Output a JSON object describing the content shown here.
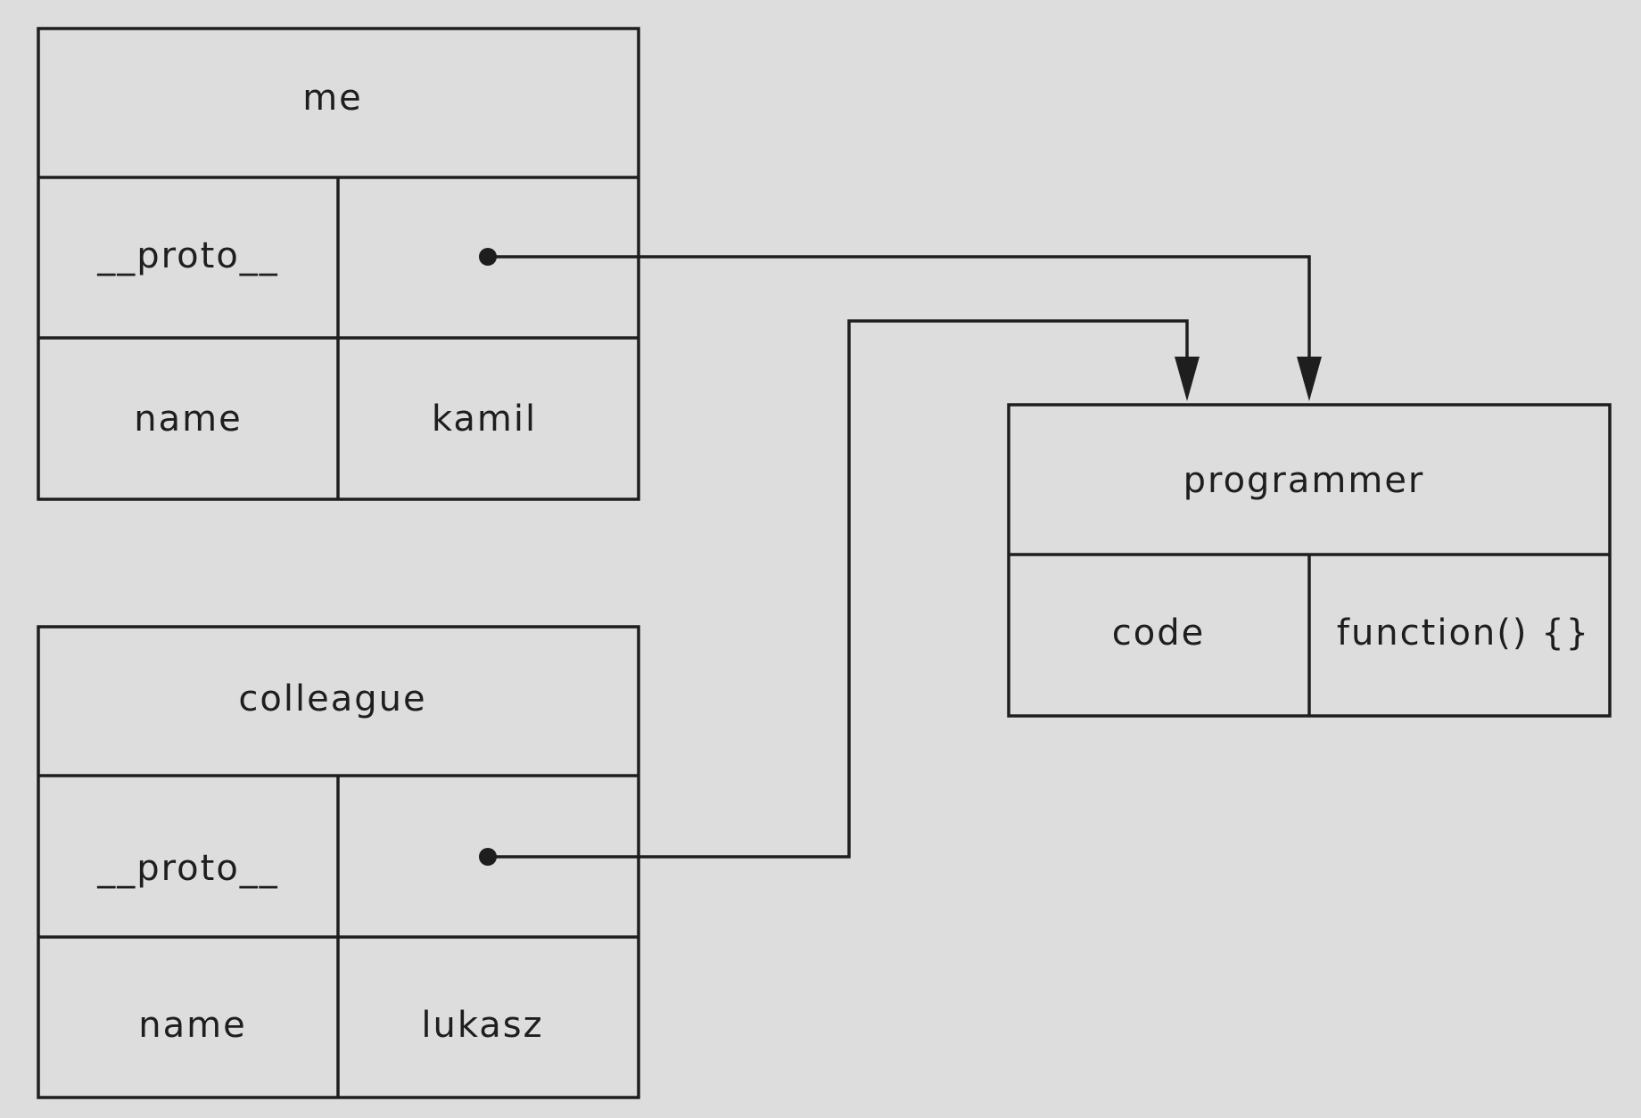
{
  "objects": {
    "me": {
      "title": "me",
      "proto_key": "__proto__",
      "name_key": "name",
      "name_value": "kamil"
    },
    "colleague": {
      "title": "colleague",
      "proto_key": "__proto__",
      "name_key": "name",
      "name_value": "lukasz"
    },
    "programmer": {
      "title": "programmer",
      "method_key": "code",
      "method_value": "function() {}"
    }
  }
}
